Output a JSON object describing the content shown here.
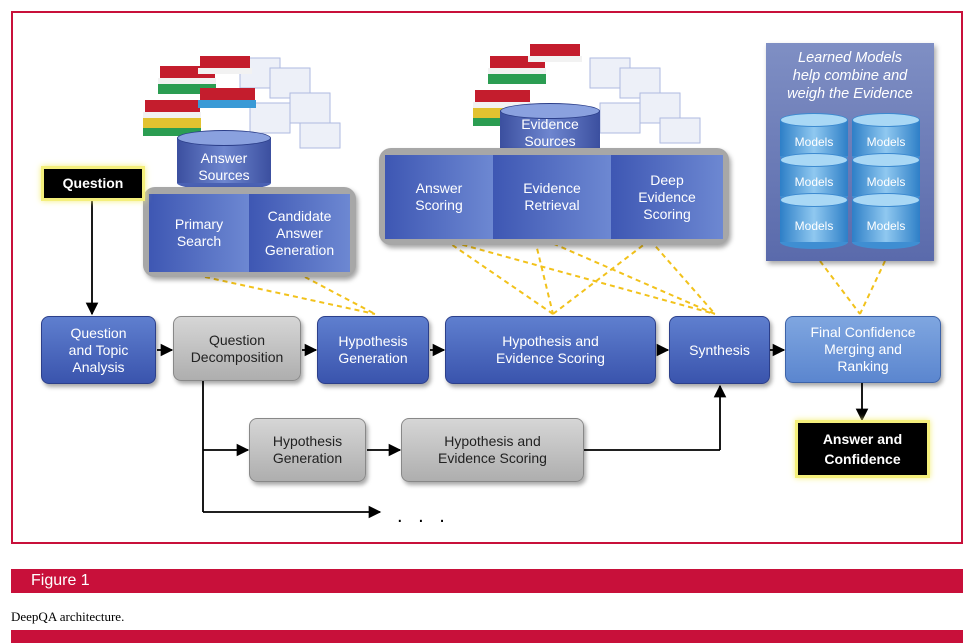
{
  "question": "Question",
  "answer_confidence": "Answer and\nConfidence",
  "answer_sources": "Answer\nSources",
  "evidence_sources": "Evidence\nSources",
  "search_group": {
    "primary_search": "Primary\nSearch",
    "candidate_generation": "Candidate\nAnswer\nGeneration"
  },
  "evidence_group": {
    "answer_scoring": "Answer\nScoring",
    "evidence_retrieval": "Evidence\nRetrieval",
    "deep_evidence_scoring": "Deep\nEvidence\nScoring"
  },
  "pipeline": {
    "question_topic_analysis": "Question\nand Topic\nAnalysis",
    "question_decomposition": "Question\nDecomposition",
    "hypothesis_generation": "Hypothesis\nGeneration",
    "hypothesis_evidence_scoring": "Hypothesis and\nEvidence Scoring",
    "synthesis": "Synthesis",
    "final_confidence": "Final Confidence\nMerging and\nRanking"
  },
  "branch": {
    "hypothesis_generation": "Hypothesis\nGeneration",
    "hypothesis_evidence_scoring": "Hypothesis and\nEvidence Scoring",
    "ellipsis": ". . ."
  },
  "learned_models": {
    "title": "Learned Models\nhelp combine and\nweigh the Evidence",
    "model_label": "Models"
  },
  "figure_label": "Figure 1",
  "caption": "DeepQA architecture.",
  "colors": {
    "accent": "#c8103a",
    "blue": "#3a54ad",
    "light_blue": "#5b86cf",
    "grey": "#aeaeae",
    "dashed": "#f2c21b",
    "highlight": "#f4ef7b"
  }
}
